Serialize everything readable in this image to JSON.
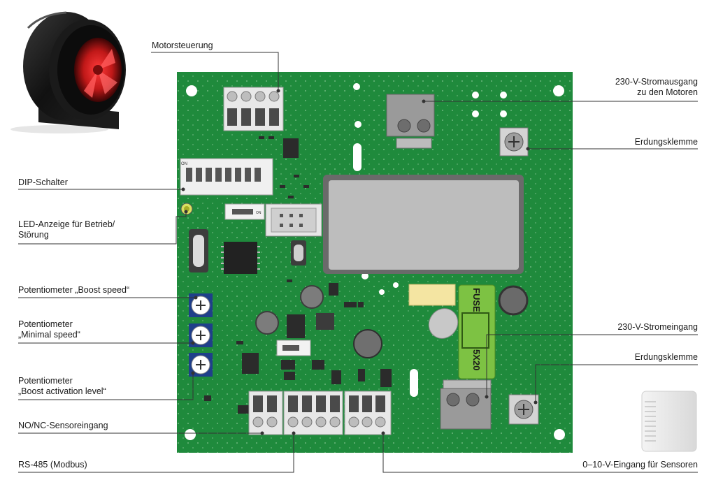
{
  "labels": {
    "motor_control": "Motorsteuerung",
    "power_output": "230-V-Stromausgang\nzu den Motoren",
    "ground_terminal_top": "Erdungsklemme",
    "dip_switch": "DIP-Schalter",
    "led_indicator": "LED-Anzeige für Betrieb/\nStörung",
    "pot_boost_speed": "Potentiometer „Boost speed“",
    "pot_minimal_speed": "Potentiometer\n„Minimal speed“",
    "pot_boost_activation": "Potentiometer\n„Boost activation level“",
    "no_nc_input": "NO/NC-Sensoreingang",
    "rs485": "RS-485 (Modbus)",
    "power_input": "230-V-Stromeingang",
    "ground_terminal_bottom": "Erdungsklemme",
    "sensor_input": "0–10-V-Eingang für Sensoren"
  },
  "board": {
    "fuse_label": "FUSE",
    "fuse_size": "5X20",
    "dip_on": "ON",
    "jumper_on": "ON"
  },
  "colors": {
    "pcb": "#1f8a3c",
    "fuse_holder": "#7dc243",
    "leader": "#333333"
  }
}
